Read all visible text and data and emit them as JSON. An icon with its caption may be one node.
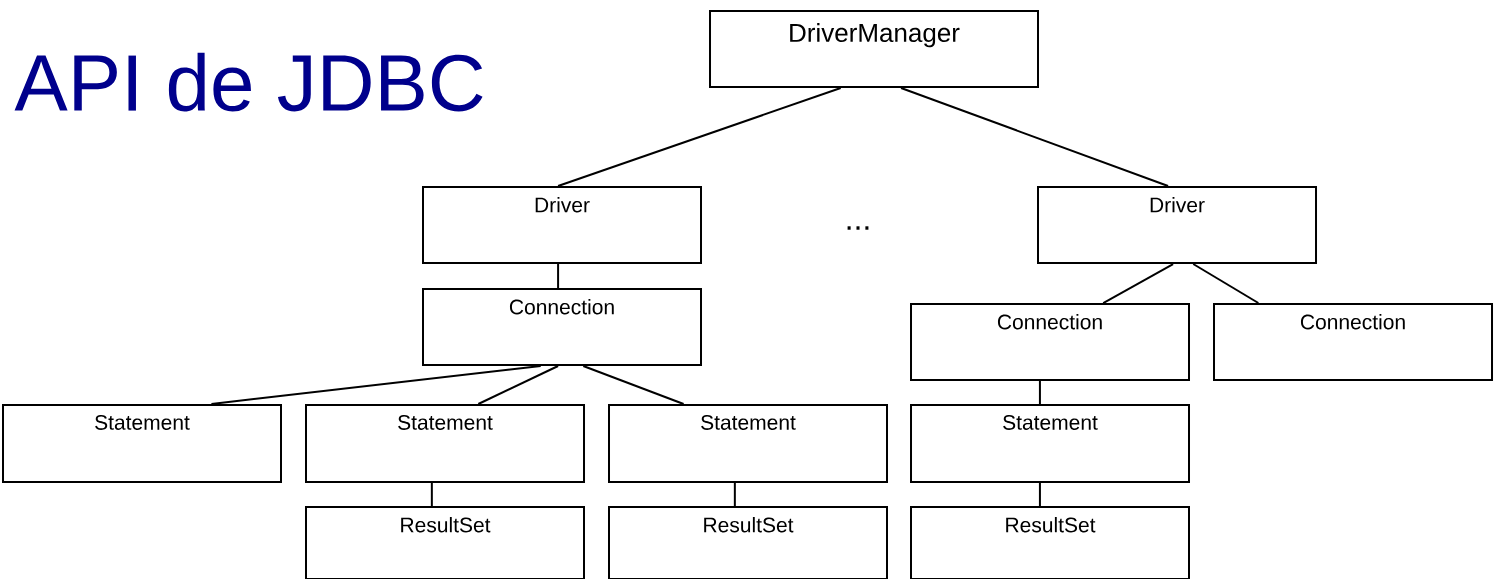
{
  "diagram": {
    "title": "API de JDBC",
    "nodes": [
      {
        "text": [
          "DriverManager"
        ]
      },
      {
        "text": [
          "Driver"
        ]
      },
      {
        "text": [
          "Driver"
        ]
      },
      {
        "text": [
          "Connection"
        ]
      },
      {
        "text": [
          "Connection"
        ]
      },
      {
        "text": [
          "Connection"
        ]
      },
      {
        "text": [
          "Statement"
        ]
      },
      {
        "text": [
          "Statement"
        ]
      },
      {
        "text": [
          "Statement"
        ]
      },
      {
        "text": [
          "Statement"
        ]
      },
      {
        "text": [
          "ResultSet"
        ]
      },
      {
        "text": [
          "ResultSet"
        ]
      },
      {
        "text": [
          "ResultSet"
        ]
      }
    ],
    "edges": [
      {
        "from": 0,
        "to": 1,
        "arrow": "none"
      },
      {
        "from": 0,
        "to": 2,
        "arrow": "none"
      },
      {
        "from": 1,
        "to": 3,
        "arrow": "none"
      },
      {
        "from": 2,
        "to": 4,
        "arrow": "none"
      },
      {
        "from": 2,
        "to": 5,
        "arrow": "none"
      },
      {
        "from": 3,
        "to": 6,
        "arrow": "none"
      },
      {
        "from": 3,
        "to": 7,
        "arrow": "none"
      },
      {
        "from": 3,
        "to": 8,
        "arrow": "none"
      },
      {
        "from": 4,
        "to": 9,
        "arrow": "none"
      },
      {
        "from": 7,
        "to": 10,
        "arrow": "none"
      },
      {
        "from": 8,
        "to": 11,
        "arrow": "none"
      },
      {
        "from": 9,
        "to": 12,
        "arrow": "none"
      }
    ],
    "labels": [
      "..."
    ]
  }
}
